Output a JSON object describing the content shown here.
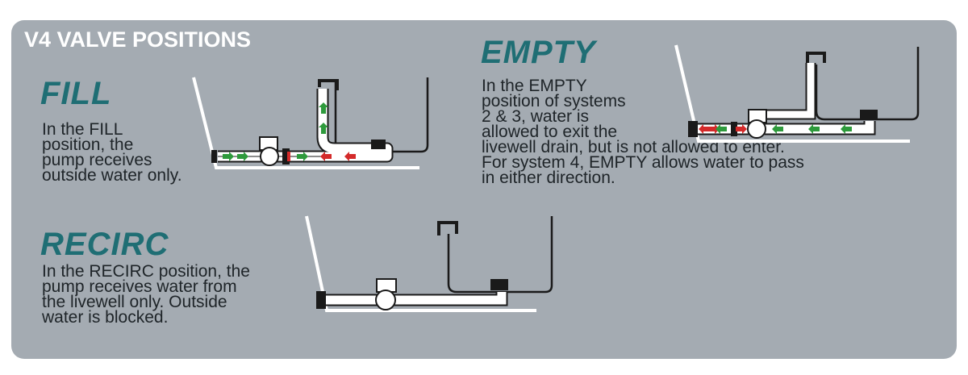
{
  "header": {
    "title": "V4 VALVE POSITIONS"
  },
  "modes": {
    "fill": {
      "title": "FILL",
      "description_lines": [
        "In the FILL",
        "position, the",
        "pump receives",
        "outside water only."
      ]
    },
    "recirc": {
      "title": "RECIRC",
      "description_lines": [
        "In the RECIRC position, the",
        "pump receives water from",
        "the livewell only. Outside",
        "water is blocked."
      ]
    },
    "empty": {
      "title": "EMPTY",
      "description_lines": [
        "In the EMPTY",
        "position of systems",
        "2 & 3, water is",
        "allowed to exit the",
        "livewell drain, but is not allowed to enter.",
        "For system 4, EMPTY allows water to pass",
        "in either direction."
      ]
    }
  },
  "colors": {
    "panel": "#a4abb2",
    "title": "#1f6e74",
    "flow_in": "#2e9a3c",
    "flow_blocked": "#d42a2a"
  }
}
